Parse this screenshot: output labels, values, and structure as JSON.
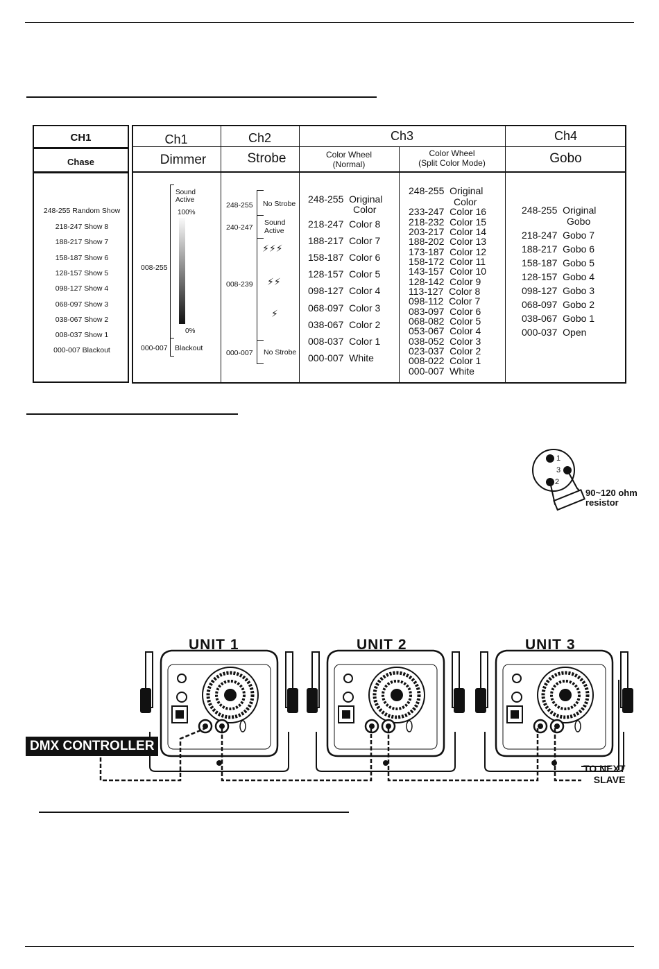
{
  "table": {
    "ch1_chase": {
      "header": "CH1",
      "sub": "Chase",
      "items": [
        "248-255 Random Show",
        "218-247 Show 8",
        "188-217 Show 7",
        "158-187 Show 6",
        "128-157 Show 5",
        "098-127 Show 4",
        "068-097 Show 3",
        "038-067 Show 2",
        "008-037 Show 1",
        "000-007 Blackout"
      ]
    },
    "dimmer": {
      "header": "Ch1",
      "sub": "Dimmer",
      "sound_active": "Sound\nActive",
      "pct_100": "100%",
      "pct_0": "0%",
      "range_main": "008-255",
      "range_blackout": "000-007",
      "blackout": "Blackout"
    },
    "strobe": {
      "header": "Ch2",
      "sub": "Strobe",
      "r1": "248-255",
      "l1": "No Strobe",
      "r2": "240-247",
      "l2": "Sound\nActive",
      "r3": "008-239",
      "r4": "000-007",
      "l4": "No Strobe",
      "bolt3": "⚡⚡⚡",
      "bolt2": "⚡⚡",
      "bolt1": "⚡"
    },
    "ch3": {
      "header": "Ch3",
      "normal_sub": "Color Wheel\n(Normal)",
      "split_sub": "Color Wheel\n(Split Color Mode)",
      "normal": [
        "248-255  Original",
        "Color",
        "218-247  Color 8",
        "188-217  Color 7",
        "158-187  Color 6",
        "128-157  Color 5",
        "098-127  Color 4",
        "068-097  Color 3",
        "038-067  Color 2",
        "008-037  Color 1",
        "000-007  White"
      ],
      "split": [
        "248-255  Original",
        "Color",
        "233-247  Color 16",
        "218-232  Color 15",
        "203-217  Color 14",
        "188-202  Color 13",
        "173-187  Color 12",
        "158-172  Color 11",
        "143-157  Color 10",
        "128-142  Color 9",
        "113-127  Color 8",
        "098-112  Color 7",
        "083-097  Color 6",
        "068-082  Color 5",
        "053-067  Color 4",
        "038-052  Color 3",
        "023-037  Color 2",
        "008-022  Color 1",
        "000-007  White"
      ]
    },
    "ch4": {
      "header": "Ch4",
      "sub": "Gobo",
      "items": [
        "248-255  Original",
        "Gobo",
        "218-247  Gobo 7",
        "188-217  Gobo 6",
        "158-187  Gobo 5",
        "128-157  Gobo 4",
        "098-127  Gobo 3",
        "068-097  Gobo 2",
        "038-067  Gobo 1",
        "000-037  Open"
      ]
    }
  },
  "xlr": {
    "pin1": "1",
    "pin2": "2",
    "pin3": "3",
    "resistor": "90~120 ohm\nresistor"
  },
  "diagram": {
    "units": [
      "UNIT 1",
      "UNIT 2",
      "UNIT 3"
    ],
    "controller": "DMX CONTROLLER",
    "next": "TO NEXT\nSLAVE"
  }
}
